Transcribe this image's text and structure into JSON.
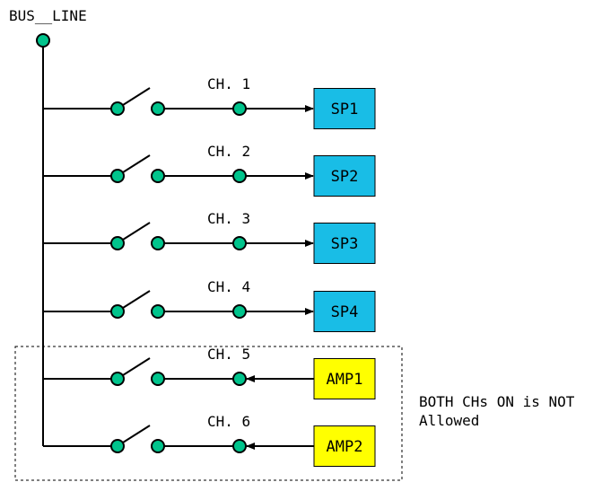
{
  "bus": {
    "label": "BUS__LINE"
  },
  "channels": [
    {
      "label": "CH. 1",
      "device": "SP1",
      "kind": "speaker",
      "direction": "out"
    },
    {
      "label": "CH. 2",
      "device": "SP2",
      "kind": "speaker",
      "direction": "out"
    },
    {
      "label": "CH. 3",
      "device": "SP3",
      "kind": "speaker",
      "direction": "out"
    },
    {
      "label": "CH. 4",
      "device": "SP4",
      "kind": "speaker",
      "direction": "out"
    },
    {
      "label": "CH. 5",
      "device": "AMP1",
      "kind": "amplifier",
      "direction": "in"
    },
    {
      "label": "CH. 6",
      "device": "AMP2",
      "kind": "amplifier",
      "direction": "in"
    }
  ],
  "note": {
    "line1": "BOTH CHs ON is NOT",
    "line2": "Allowed"
  },
  "colors": {
    "node": "#00c48c",
    "speaker": "#19bde6",
    "amplifier": "#ffff00",
    "line": "#000000"
  }
}
